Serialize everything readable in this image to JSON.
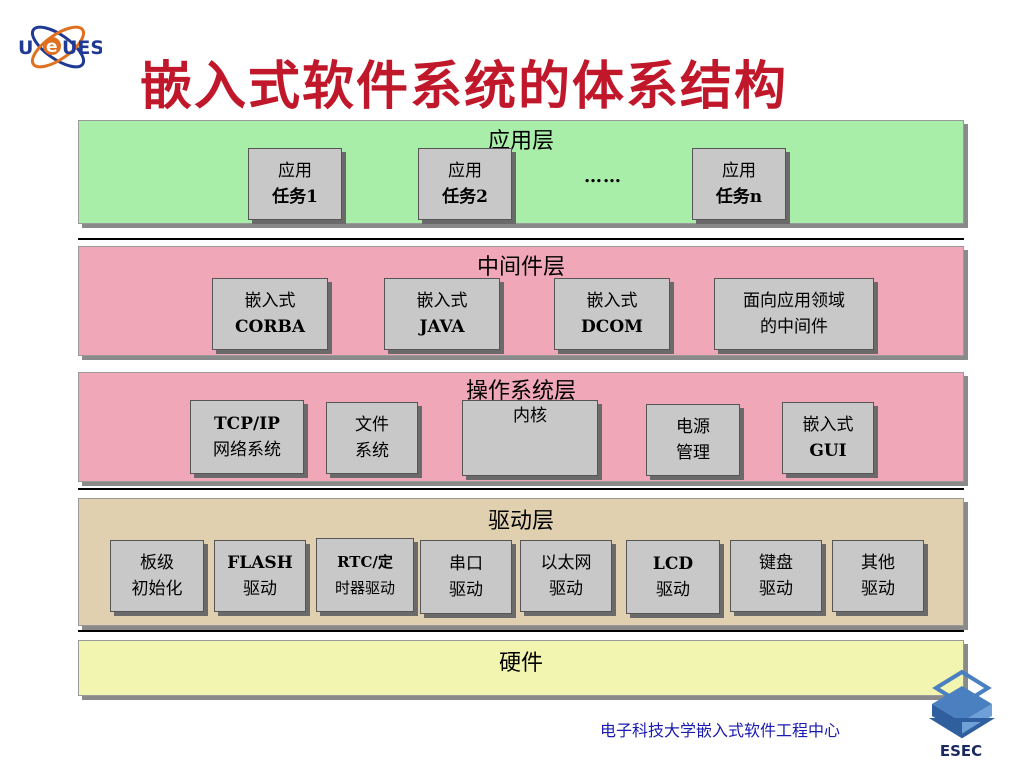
{
  "logo": {
    "text": "UESTC"
  },
  "title": "嵌入式软件系统的体系结构",
  "layers": {
    "app": {
      "label": "应用层",
      "boxes": [
        {
          "line1": "应用",
          "line2": "任务1"
        },
        {
          "line1": "应用",
          "line2": "任务2"
        },
        {
          "line1": "应用",
          "line2": "任务n"
        }
      ],
      "ellipsis": "……"
    },
    "middleware": {
      "label": "中间件层",
      "boxes": [
        {
          "line1": "嵌入式",
          "line2": "CORBA"
        },
        {
          "line1": "嵌入式",
          "line2": "JAVA"
        },
        {
          "line1": "嵌入式",
          "line2": "DCOM"
        },
        {
          "line1": "面向应用领域",
          "line2": "的中间件"
        }
      ]
    },
    "os": {
      "label": "操作系统层",
      "boxes": [
        {
          "line1": "TCP/IP",
          "line2": "网络系统"
        },
        {
          "line1": "文件",
          "line2": "系统"
        },
        {
          "line1": "内核",
          "line2": ""
        },
        {
          "line1": "电源",
          "line2": "管理"
        },
        {
          "line1": "嵌入式",
          "line2": "GUI"
        }
      ]
    },
    "driver": {
      "label": "驱动层",
      "boxes": [
        {
          "line1": "板级",
          "line2": "初始化"
        },
        {
          "line1": "FLASH",
          "line2": "驱动"
        },
        {
          "line1": "RTC/定",
          "line2": "时器驱动"
        },
        {
          "line1": "串口",
          "line2": "驱动"
        },
        {
          "line1": "以太网",
          "line2": "驱动"
        },
        {
          "line1": "LCD",
          "line2": "驱动"
        },
        {
          "line1": "键盘",
          "line2": "驱动"
        },
        {
          "line1": "其他",
          "line2": "驱动"
        }
      ]
    },
    "hardware": {
      "label": "硬件"
    }
  },
  "colors": {
    "app_bg": "#a8eda8",
    "middleware_bg": "#f0a8b8",
    "os_bg": "#f0a8b8",
    "driver_bg": "#e0d0b0",
    "hardware_bg": "#f2f5b0",
    "title": "#c0182a"
  },
  "footer": "电子科技大学嵌入式软件工程中心",
  "esec_logo": {
    "text": "ESEC"
  }
}
